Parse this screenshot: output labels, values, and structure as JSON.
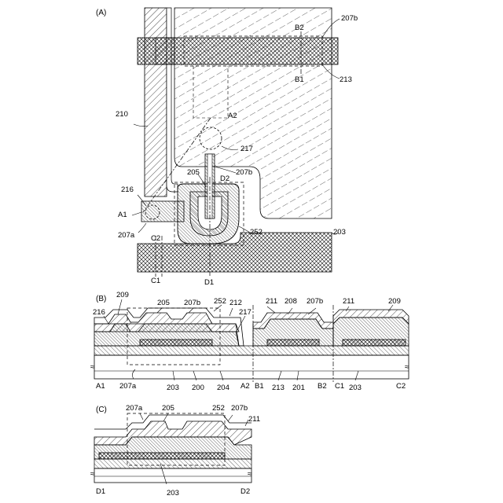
{
  "panels": {
    "a": "(A)",
    "b": "(B)",
    "c": "(C)"
  },
  "labels_a": {
    "l207b_top": "207b",
    "l213": "213",
    "lB2": "B2",
    "lB1": "B1",
    "l210": "210",
    "lA2": "A2",
    "l217": "217",
    "l205": "205",
    "l207b_mid": "207b",
    "lD2": "D2",
    "l216": "216",
    "lA1": "A1",
    "l207a": "207a",
    "lC2": "C2",
    "lC1": "C1",
    "l252": "252",
    "l203": "203",
    "lD1": "D1"
  },
  "labels_b": {
    "l209_left": "209",
    "l205": "205",
    "l207b_1": "207b",
    "l252": "252",
    "l212": "212",
    "l211_1": "211",
    "l208": "208",
    "l207b_2": "207b",
    "l211_2": "211",
    "l209_right": "209",
    "l216": "216",
    "l217": "217",
    "lA1": "A1",
    "l207a": "207a",
    "l203_1": "203",
    "l200": "200",
    "l204": "204",
    "lA2": "A2",
    "lB1": "B1",
    "l213": "213",
    "l201": "201",
    "lB2": "B2",
    "lC1": "C1",
    "l203_2": "203",
    "lC2": "C2"
  },
  "labels_c": {
    "l207a": "207a",
    "l205": "205",
    "l252": "252",
    "l207b": "207b",
    "l211": "211",
    "lD1": "D1",
    "l203": "203",
    "lD2": "D2"
  }
}
